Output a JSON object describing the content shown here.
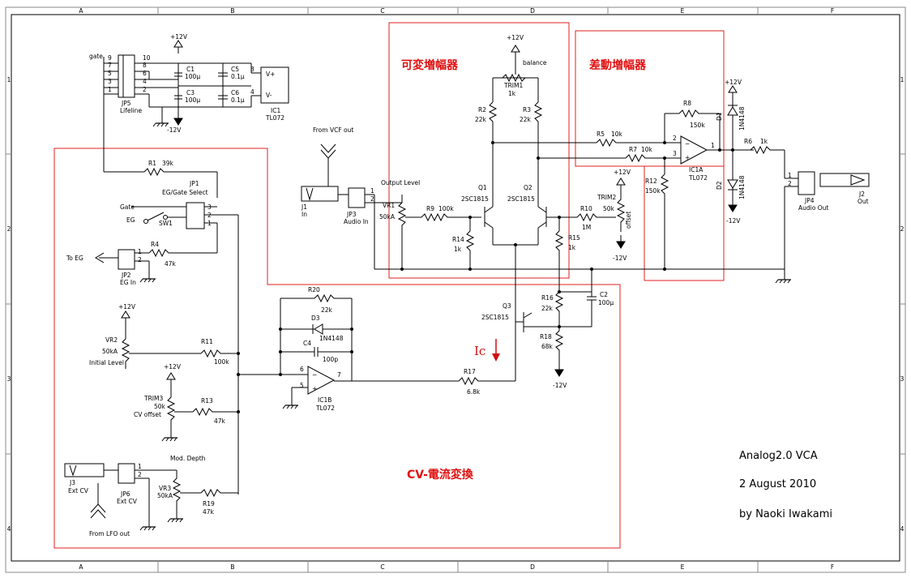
{
  "grid": {
    "columns": [
      "A",
      "B",
      "C",
      "D",
      "E",
      "F"
    ],
    "rows": [
      "1",
      "2",
      "3",
      "4"
    ]
  },
  "title_block": {
    "title": "Analog2.0 VCA",
    "date": "2 August 2010",
    "author": "by Naoki Iwakami"
  },
  "sections": {
    "vga": "可変増幅器",
    "diff_amp": "差動増幅器",
    "cv_converter": "CV-電流変換"
  },
  "annotations": {
    "ic_current": "Ic"
  },
  "labels": {
    "gate": "gate",
    "pins_left": [
      "9",
      "7",
      "5",
      "3",
      "1"
    ],
    "pins_right": [
      "10",
      "8",
      "6",
      "4",
      "2"
    ],
    "jp5": "JP5",
    "lifeline": "Lifeline",
    "plus12": "+12V",
    "minus12": "-12V",
    "c1": "C1",
    "c1v": "100μ",
    "c3": "C3",
    "c3v": "100μ",
    "c5": "C5",
    "c5v": "0.1μ",
    "c6": "C6",
    "c6v": "0.1μ",
    "ic1_pin8": "8",
    "ic1_pin4": "4",
    "vplus": "V+",
    "vminus": "V-",
    "ic1": "IC1",
    "ic1_part": "TL072",
    "from_vcf": "From VCF out",
    "j1": "J1",
    "j1_in": "In",
    "jp3": "JP3",
    "jp3_audio": "Audio In",
    "jp3_p1": "1",
    "jp3_p2": "2",
    "output_level": "Output Level",
    "vr1": "VR1",
    "vr1v": "50kA",
    "r9": "R9",
    "r9v": "100k",
    "q1": "Q1",
    "q1p": "2SC1815",
    "q2": "Q2",
    "q2p": "2SC1815",
    "r2": "R2",
    "r2v": "22k",
    "r3": "R3",
    "r3v": "22k",
    "trim1": "TRIM1",
    "trim1v": "1k",
    "balance": "balance",
    "r14": "R14",
    "r14v": "1k",
    "r15": "R15",
    "r15v": "1k",
    "r10": "R10",
    "r10v": "1M",
    "trim2": "TRIM2",
    "trim2v": "50k",
    "offset": "offset",
    "r5": "R5",
    "r5v": "10k",
    "r7": "R7",
    "r7v": "10k",
    "r8": "R8",
    "r8v": "150k",
    "r12": "R12",
    "r12v": "150k",
    "ic1a": "IC1A",
    "ic1a_part": "TL072",
    "pin1": "1",
    "pin2": "2",
    "pin3": "3",
    "d1": "D1",
    "d1p": "1N4148",
    "d2": "D2",
    "d2p": "1N4148",
    "r6": "R6",
    "r6v": "1k",
    "jp4": "JP4",
    "jp4_audio": "Audio Out",
    "jp4_p1": "1",
    "jp4_p2": "2",
    "j2": "J2",
    "j2_out": "Out",
    "r1": "R1",
    "r1v": "39k",
    "jp1": "JP1",
    "jp1_sel": "EG/Gate Select",
    "jp1_p3": "3",
    "jp1_p2": "2",
    "jp1_p1": "1",
    "gate_label": "Gate",
    "eg_label": "EG",
    "sw1": "SW1",
    "to_eg": "To EG",
    "jp2": "JP2",
    "jp2_in": "EG In",
    "jp2_p1": "1",
    "jp2_p2": "2",
    "r4": "R4",
    "r4v": "47k",
    "vr2": "VR2",
    "vr2v": "50kA",
    "initial_level": "Initial Level",
    "r11": "R11",
    "r11v": "100k",
    "trim3": "TRIM3",
    "trim3v": "50k",
    "cv_offset": "CV offset",
    "r13": "R13",
    "r13v": "47k",
    "mod_depth": "Mod. Depth",
    "j3": "J3",
    "ext_cv": "Ext CV",
    "jp6": "JP6",
    "jp6_cv": "Ext CV",
    "jp6_p1": "1",
    "jp6_p2": "2",
    "vr3": "VR3",
    "vr3v": "50kA",
    "r19": "R19",
    "r19v": "47k",
    "from_lfo": "From LFO out",
    "r20": "R20",
    "r20v": "22k",
    "d3": "D3",
    "d3p": "1N4148",
    "c4": "C4",
    "c4v": "100p",
    "ic1b": "IC1B",
    "ic1b_part": "TL072",
    "ic1b_p6": "6",
    "ic1b_p5": "5",
    "ic1b_p7": "7",
    "r17": "R17",
    "r17v": "6.8k",
    "q3": "Q3",
    "q3p": "2SC1815",
    "r16": "R16",
    "r16v": "22k",
    "r18": "R18",
    "r18v": "68k",
    "c2": "C2",
    "c2v": "100μ"
  },
  "colors": {
    "annotation": "#e02020",
    "wire": "#000000"
  }
}
